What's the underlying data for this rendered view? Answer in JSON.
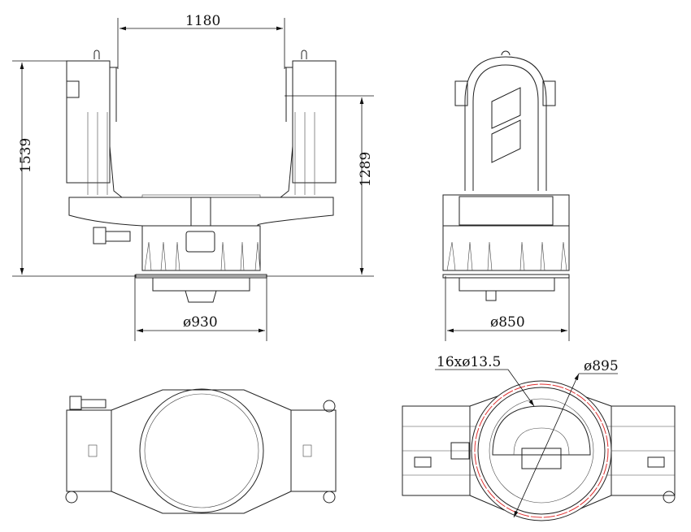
{
  "dimensions": {
    "width_1180": "1180",
    "height_1539": "1539",
    "height_1289": "1289",
    "diameter_930": "ø930",
    "diameter_850": "ø850",
    "holes": "16xø13.5",
    "diameter_895": "ø895"
  },
  "colors": {
    "line": "#222222",
    "bolt_circle": "#e03030"
  }
}
